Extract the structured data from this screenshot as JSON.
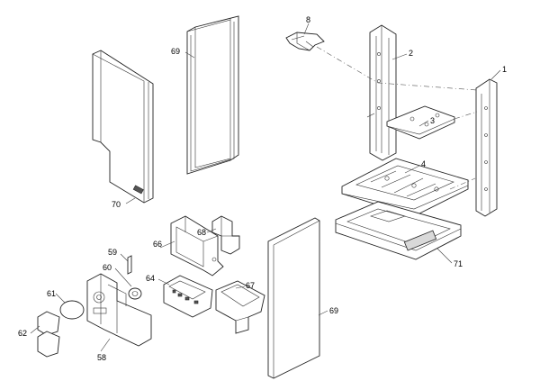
{
  "labels": {
    "p1": "1",
    "p2": "2",
    "p3": "3",
    "p4": "4",
    "p8": "8",
    "p58": "58",
    "p59": "59",
    "p60": "60",
    "p61": "61",
    "p62": "62",
    "p64": "64",
    "p66": "66",
    "p67": "67",
    "p68": "68",
    "p69a": "69",
    "p69b": "69",
    "p70": "70",
    "p71": "71"
  }
}
